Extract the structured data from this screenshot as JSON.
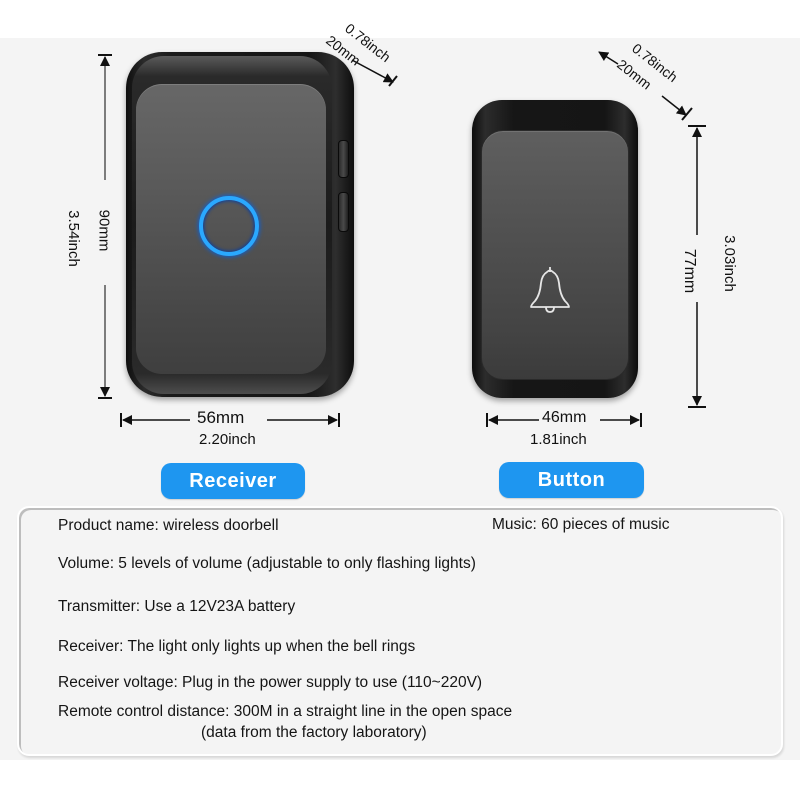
{
  "receiver": {
    "label": "Receiver",
    "height_mm": "90mm",
    "height_inch": "3.54inch",
    "width_mm": "56mm",
    "width_inch": "2.20inch",
    "depth_mm": "20mm",
    "depth_inch": "0.78inch",
    "ring_color": "#2aa8ff"
  },
  "button": {
    "label": "Button",
    "height_mm": "77mm",
    "height_inch": "3.03inch",
    "width_mm": "46mm",
    "width_inch": "1.81inch",
    "depth_mm": "20mm",
    "depth_inch": "0.78inch"
  },
  "pill_color": "#1e96f0",
  "specs": {
    "product_name": "Product name: wireless doorbell",
    "music": "Music: 60 pieces of music",
    "volume": "Volume: 5 levels of volume (adjustable to only flashing lights)",
    "transmitter": "Transmitter: Use a 12V23A battery",
    "receiver_light": "Receiver: The light only lights up when the bell rings",
    "receiver_voltage": "Receiver voltage: Plug in the power supply to use (110~220V)",
    "remote_distance": "Remote control distance: 300M in a straight line in the open space",
    "remote_note": "(data from the factory laboratory)"
  }
}
